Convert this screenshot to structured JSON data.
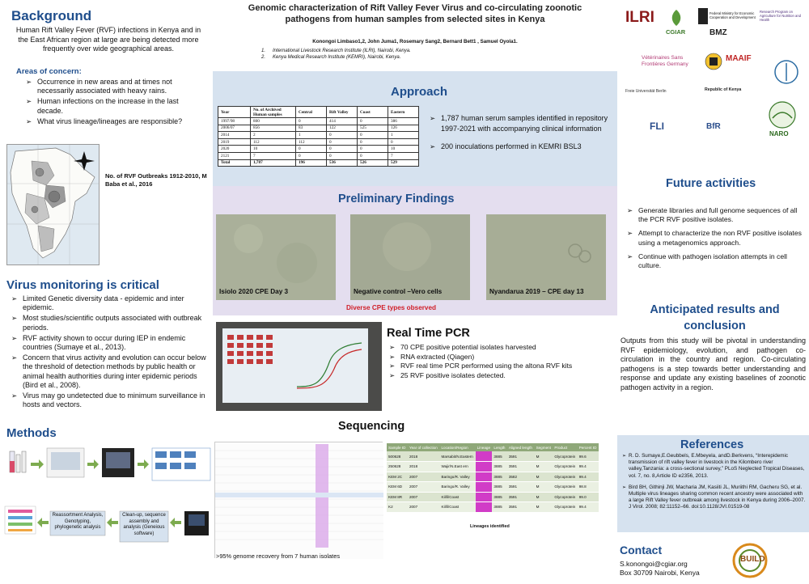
{
  "background": {
    "heading": "Background",
    "text": "Human Rift Valley Fever (RVF) infections in Kenya and in the East African region at large  are being detected more frequently over wide geographical areas.",
    "areas_heading": "Areas of concern:",
    "areas": [
      "Occurrence in new areas and at times not necessarily associated with heavy rains.",
      "Human infections on the increase in the last decade.",
      "What virus lineage/lineages are responsible?"
    ],
    "map_caption": "No. of RVF Outbreaks 1912-2010, M Baba et al., 2016"
  },
  "virus_monitoring": {
    "heading": "Virus monitoring is critical",
    "items": [
      "Limited Genetic diversity data - epidemic and inter epidemic.",
      "Most studies/scientific outputs associated with outbreak periods.",
      "RVF activity shown to occur during IEP in endemic countries (Sumaye et al., 2013).",
      "Concern that virus activity and evolution can occur below the threshold of detection methods by public health or animal health authorities during inter epidemic periods (Bird et al., 2008).",
      "Virus may go undetected due to minimum surveillance in hosts and vectors."
    ]
  },
  "methods": {
    "heading": "Methods",
    "box1": "Reassortment Analysis, Genotyping, phylogenetic analysis",
    "box2": "Clean-up, sequence assembly and analysis (Geneious software)"
  },
  "title": {
    "line": "Genomic characterization of Rift Valley Fever Virus and co-circulating zoonotic pathogens from human samples from selected sites in Kenya",
    "authors": "Konongoi Limbaso1,2, John Juma1, Rosemary Sang2, Bernard Bett1 , Samuel Oyola1.",
    "affiliations": [
      {
        "num": "1.",
        "text": "International Livestock Research Institute (ILRI), Nairobi, Kenya."
      },
      {
        "num": "2.",
        "text": "Kenya Medical Research Institute (KEMRI), Nairobi, Kenya."
      }
    ]
  },
  "approach": {
    "heading": "Approach",
    "table_headers": [
      "Year",
      "No. of Archived Human samples",
      "Central",
      "Rift Valley",
      "Coast",
      "Eastern"
    ],
    "table_rows": [
      [
        "1997/98",
        "800",
        "0",
        "414",
        "0",
        "386"
      ],
      [
        "2006/07",
        "856",
        "83",
        "122",
        "525",
        "126"
      ],
      [
        "2014",
        "2",
        "1",
        "0",
        "0",
        "1"
      ],
      [
        "2019",
        "112",
        "112",
        "0",
        "0",
        "0"
      ],
      [
        "2020",
        "10",
        "0",
        "0",
        "0",
        "10"
      ],
      [
        "2121",
        "7",
        "0",
        "0",
        "0",
        "7"
      ],
      [
        "Total",
        "1,787",
        "196",
        "536",
        "526",
        "529"
      ]
    ],
    "bullets": [
      "1,787 human serum samples identified in repository 1997-2021 with accompanying clinical information",
      "200 inoculations performed in KEMRI BSL3"
    ]
  },
  "preliminary": {
    "heading": "Preliminary Findings",
    "images": [
      {
        "caption": "Isiolo 2020 CPE Day 3"
      },
      {
        "caption": "Negative control –Vero cells"
      },
      {
        "caption": "Nyandarua 2019 – CPE day 13"
      }
    ],
    "note": "Diverse CPE types observed"
  },
  "pcr": {
    "heading": "Real Time PCR",
    "items": [
      "70 CPE positive potential isolates harvested",
      "RNA extracted (Qiagen)",
      "RVF real time PCR performed using the altona RVF kits",
      "25 RVF positive isolates detected."
    ]
  },
  "sequencing": {
    "heading": "Sequencing",
    "table_headers": [
      "Sample ID",
      "Year of collection",
      "Location/Region",
      "Lineage",
      "Length",
      "Aligned length",
      "Segment",
      "Product",
      "Percent ID"
    ],
    "table_rows": [
      [
        "500628",
        "2018",
        "Marsabit/N.Eastern",
        "",
        "3885",
        "3591",
        "M",
        "Glycoprotein",
        "99.6"
      ],
      [
        "250628",
        "2018",
        "Wajir/N.East ern",
        "",
        "3885",
        "3591",
        "M",
        "Glycoprotein",
        "99.4"
      ],
      [
        "KEM 2C",
        "2007",
        "Baringo/R. Valley",
        "",
        "3885",
        "3582",
        "M",
        "Glycoprotein",
        "99.4"
      ],
      [
        "KEM 6D",
        "2007",
        "Baringo/R. Valley",
        "",
        "3885",
        "3591",
        "M",
        "Glycoprotein",
        "98.8"
      ],
      [
        "KEM 8R",
        "2007",
        "Kilifi/Coast",
        "",
        "3885",
        "3591",
        "M",
        "Glycoprotein",
        "99.0"
      ],
      [
        "K2",
        "2007",
        "Kilifi/Coast",
        "",
        "3885",
        "3591",
        "M",
        "Glycoprotein",
        "99.4"
      ]
    ],
    "lineage_note": "Lineages identified",
    "caption": ">95% genome recovery from 7 human isolates"
  },
  "logos": {
    "ilri": "ILRI",
    "cgiar": "CGIAR",
    "bmz": "BMZ",
    "bmz_sub": "Federal Ministry for Economic Cooperation and Development",
    "a4nh": "Research Program on Agriculture for Nutrition and Health",
    "vsf": "Vétérinaires Sans Frontières Germany",
    "maaif": "MAAIF",
    "fu": "Freie Universität Berlin",
    "kenya": "Republic of Kenya",
    "fli": "FLI",
    "bfr": "BfR",
    "naro": "NARO"
  },
  "future": {
    "heading": "Future activities",
    "items": [
      "Generate libraries and full genome sequences of all the  PCR RVF positive isolates.",
      "Attempt to characterize the non RVF positive isolates using a metagenomics approach.",
      "Continue with pathogen isolation attempts in cell culture."
    ]
  },
  "anticipated": {
    "heading": "Anticipated results and conclusion",
    "text": "Outputs from this study will be pivotal in understanding RVF epidemiology, evolution, and pathogen co-circulation in the country and region. Co-circulating pathogens is a step towards better understanding and response and update any existing baselines of zoonotic pathogen activity in a region."
  },
  "references": {
    "heading": "References",
    "items": [
      "R. D. Sumaye,E.Geubbels, E.Mbeyela, andD.Berkvens, “Interepidemic transmission of rift valley fever in livestock in the Kilombero river valley,Tanzania: a cross-sectional survey,” PLoS Neglected Tropical Diseases, vol. 7, no. 8,Article ID e2356, 2013.",
      "Bird BH, Githinji JW, Macharia JM, Kasiiti JL, Muriithi RM, Gacheru SG, et al. Multiple virus lineages sharing common recent ancestry were associated with a large Rift Valley fever outbreak among livestock in Kenya during 2006–2007. J Virol. 2008; 82:11152–66. doi:10.1128/JVI.01519-08"
    ]
  },
  "contact": {
    "heading": "Contact",
    "email": "S.konongoi@cgiar.org",
    "address": "Box 30709 Nairobi, Kenya",
    "build_logo": "BUILD"
  },
  "colors": {
    "heading_blue": "#1f4e8c",
    "approach_bg": "#d6e2ef",
    "prelim_bg": "#e4deef",
    "cpe_note_red": "#d0202a",
    "lineage_magenta": "#d13cc7"
  }
}
